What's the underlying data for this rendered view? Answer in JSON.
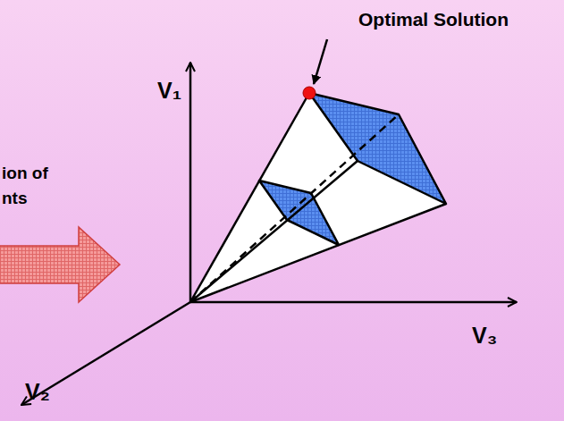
{
  "diagram": {
    "labels": [
      "Optimal Solution",
      "V₁",
      "V₂",
      "V₃",
      "ion of",
      "nts"
    ]
  }
}
